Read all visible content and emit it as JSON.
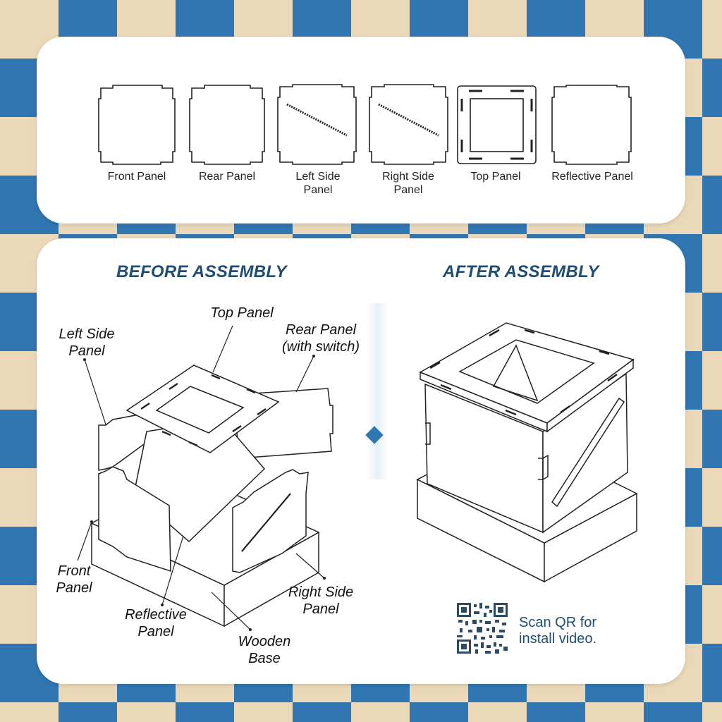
{
  "parts": [
    {
      "id": "front",
      "label": "Front Panel"
    },
    {
      "id": "rear",
      "label": "Rear Panel"
    },
    {
      "id": "left",
      "label": "Left Side\nPanel"
    },
    {
      "id": "right",
      "label": "Right Side\nPanel"
    },
    {
      "id": "top",
      "label": "Top Panel"
    },
    {
      "id": "reflective",
      "label": "Reflective Panel"
    }
  ],
  "before_heading": "BEFORE ASSEMBLY",
  "after_heading": "AFTER ASSEMBLY",
  "callouts": {
    "top_panel": "Top Panel",
    "left_side_panel": "Left Side\nPanel",
    "rear_panel": "Rear Panel\n(with switch)",
    "front_panel": "Front\nPanel",
    "reflective_panel": "Reflective\nPanel",
    "right_side_panel": "Right Side\nPanel",
    "wooden_base": "Wooden\nBase"
  },
  "qr_caption": "Scan QR for\ninstall video.",
  "colors": {
    "accent_blue": "#2f76b3",
    "heading_blue": "#1f4d75",
    "beige": "#ead8b8"
  }
}
